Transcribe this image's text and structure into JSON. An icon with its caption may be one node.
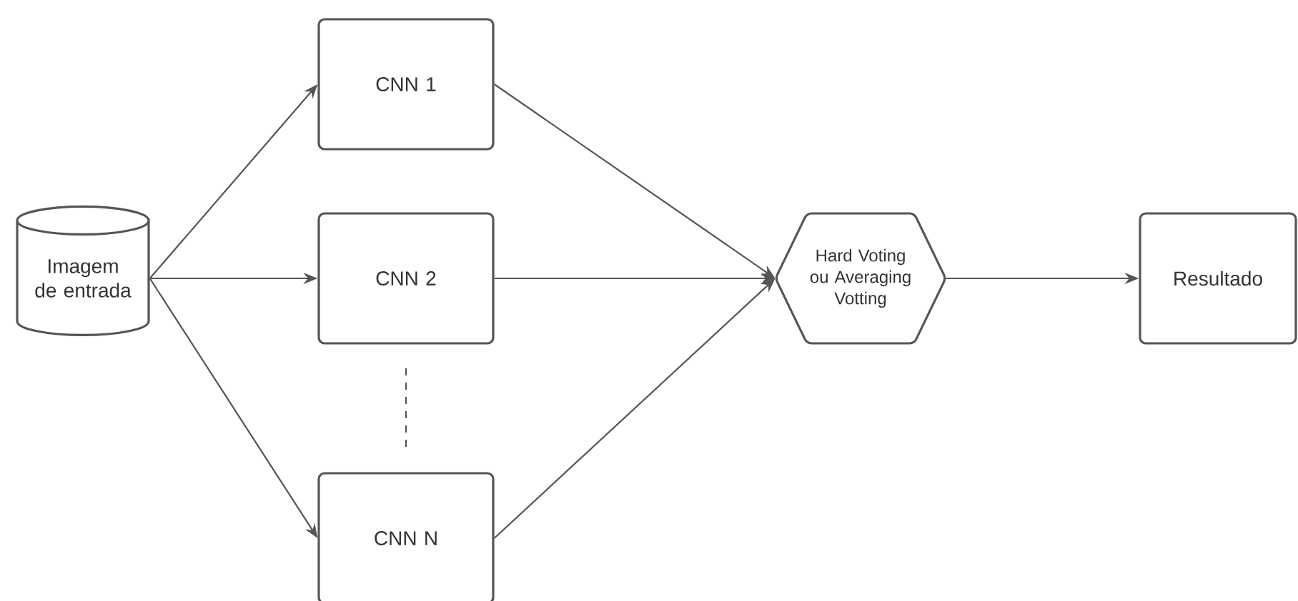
{
  "diagram": {
    "nodes": [
      {
        "text": [
          "Imagem de entrada"
        ]
      },
      {
        "text": [
          "CNN 1"
        ]
      },
      {
        "text": [
          "CNN 2"
        ]
      },
      {
        "text": [
          "CNN N"
        ]
      },
      {
        "text": [
          "Hard Voting ou Averaging Votting"
        ]
      },
      {
        "text": [
          "Resultado"
        ]
      }
    ],
    "edges": [
      {
        "from": 0,
        "to": 1,
        "arrow": "to"
      },
      {
        "from": 0,
        "to": 2,
        "arrow": "to"
      },
      {
        "from": 0,
        "to": 3,
        "arrow": "to"
      },
      {
        "from": 1,
        "to": 4,
        "arrow": "to"
      },
      {
        "from": 2,
        "to": 4,
        "arrow": "to"
      },
      {
        "from": 3,
        "to": 4,
        "arrow": "to"
      },
      {
        "from": 4,
        "to": 5,
        "arrow": "to"
      }
    ]
  }
}
